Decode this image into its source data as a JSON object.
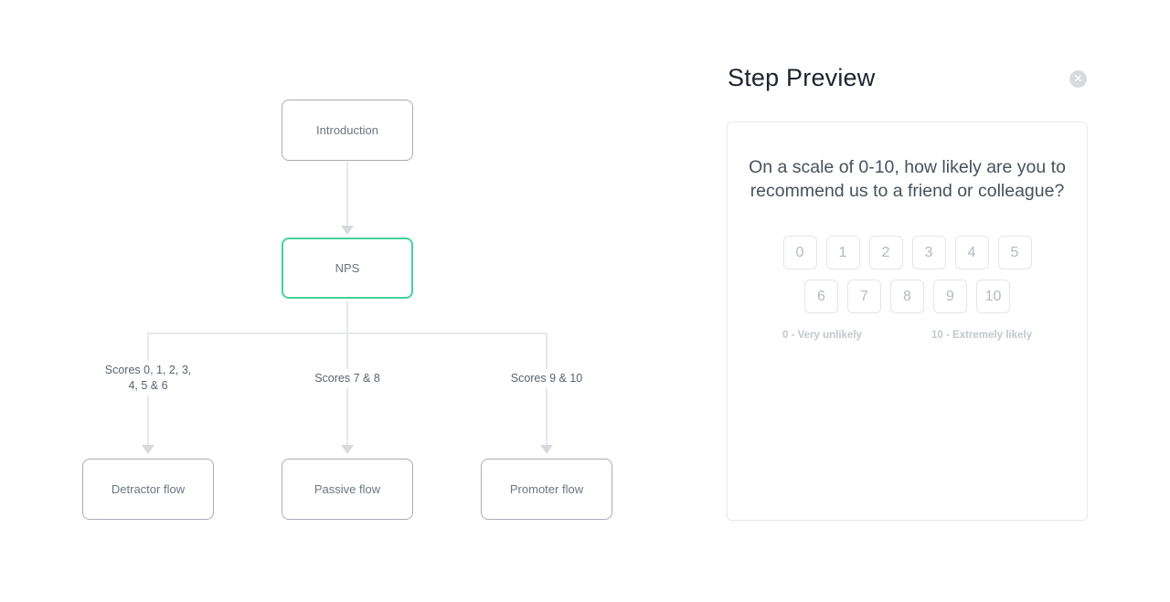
{
  "flow": {
    "nodes": {
      "introduction": {
        "label": "Introduction",
        "selected": false
      },
      "nps": {
        "label": "NPS",
        "selected": true
      },
      "detractor": {
        "label": "Detractor flow",
        "selected": false
      },
      "passive": {
        "label": "Passive flow",
        "selected": false
      },
      "promoter": {
        "label": "Promoter flow",
        "selected": false
      }
    },
    "branch_labels": {
      "detractor": "Scores 0, 1, 2, 3, 4, 5 & 6",
      "passive": "Scores 7 & 8",
      "promoter": "Scores 9 & 10"
    }
  },
  "preview": {
    "title": "Step Preview",
    "close_icon": "✕",
    "question": "On a scale of 0-10, how likely are you to recommend us to a friend or colleague?",
    "scale_buttons": [
      "0",
      "1",
      "2",
      "3",
      "4",
      "5",
      "6",
      "7",
      "8",
      "9",
      "10"
    ],
    "min_label": "0 - Very unlikely",
    "max_label": "10 - Extremely likely"
  },
  "colors": {
    "selected_node_border": "#44d29b",
    "node_border": "#a9adb5",
    "connector_line": "#e7e9ec",
    "arrow_head": "#d7d9dd"
  }
}
